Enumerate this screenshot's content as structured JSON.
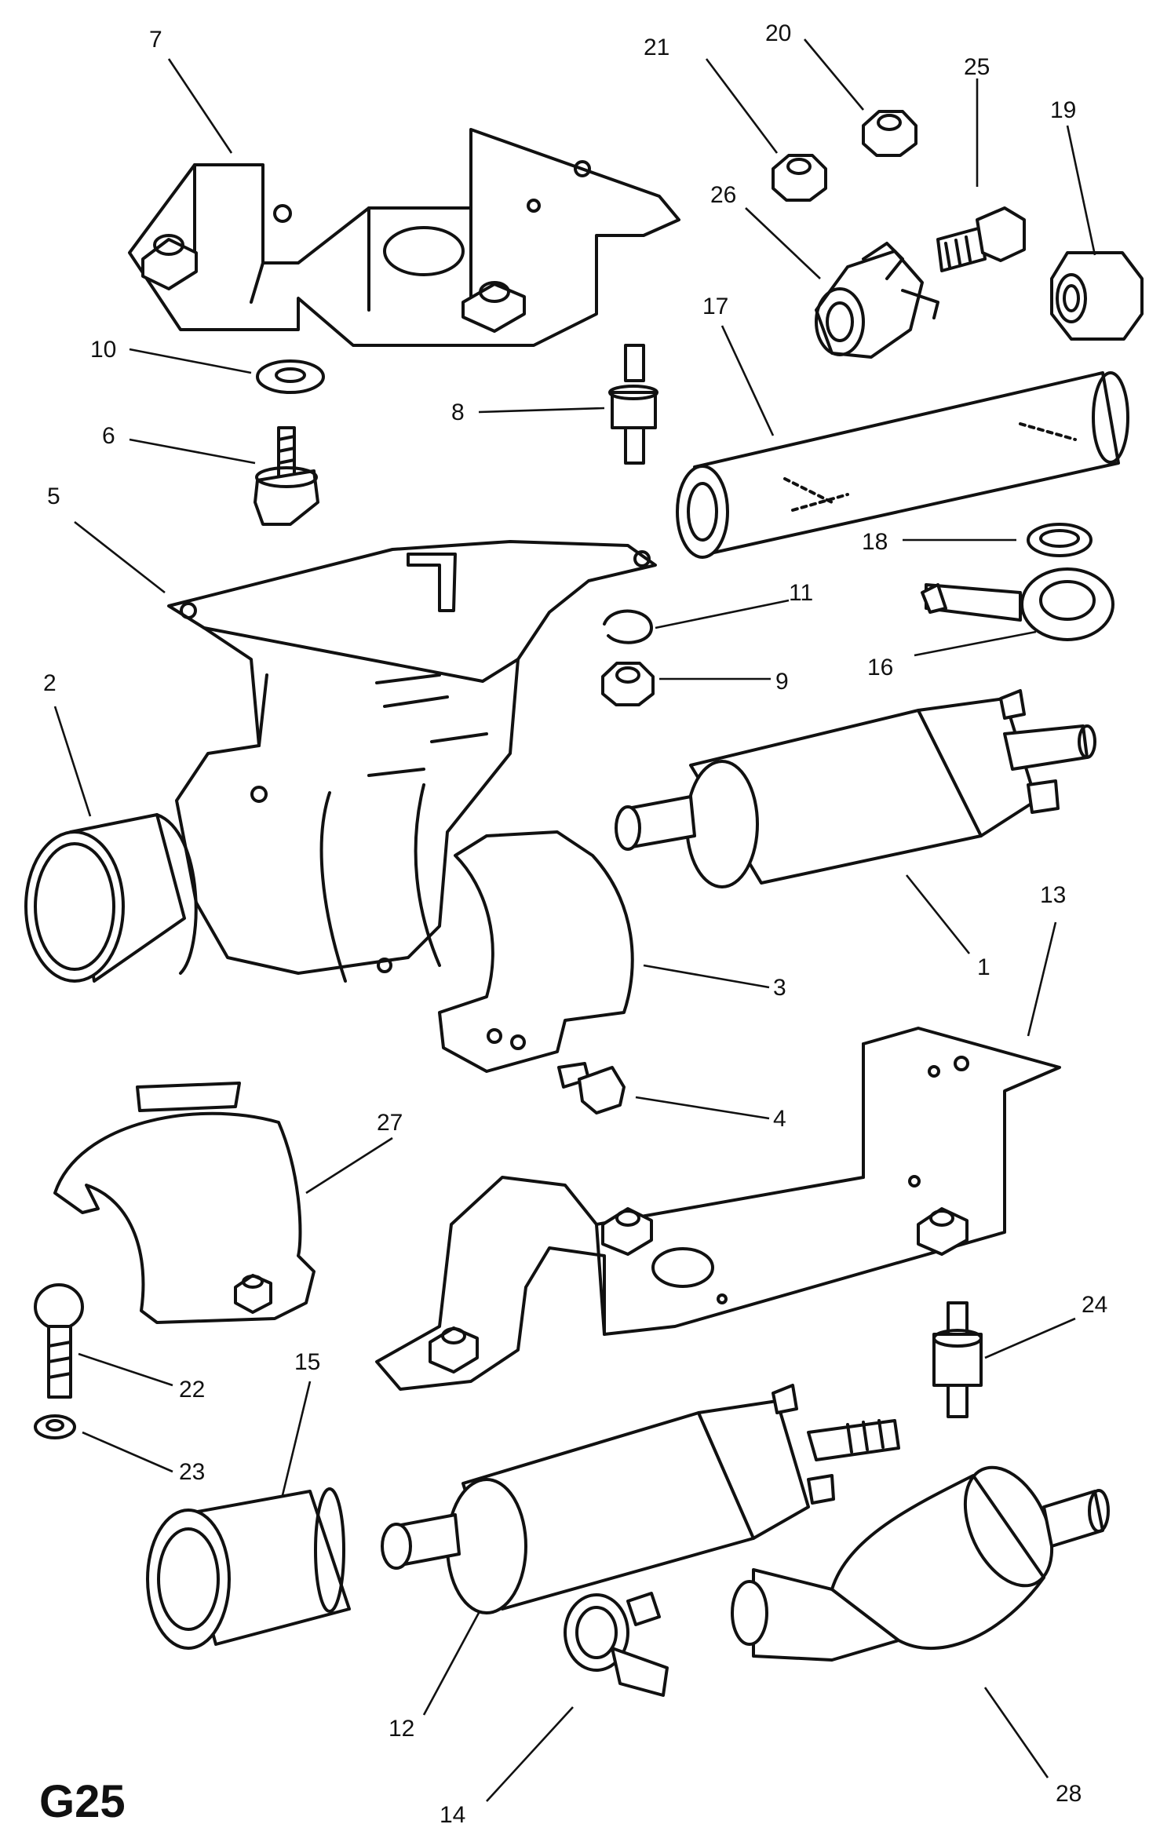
{
  "diagram": {
    "code": "G25",
    "callouts": [
      {
        "id": "c1",
        "text": "1"
      },
      {
        "id": "c2",
        "text": "2"
      },
      {
        "id": "c3",
        "text": "3"
      },
      {
        "id": "c4",
        "text": "4"
      },
      {
        "id": "c5",
        "text": "5"
      },
      {
        "id": "c6",
        "text": "6"
      },
      {
        "id": "c7",
        "text": "7"
      },
      {
        "id": "c8",
        "text": "8"
      },
      {
        "id": "c9",
        "text": "9"
      },
      {
        "id": "c10",
        "text": "10"
      },
      {
        "id": "c11",
        "text": "11"
      },
      {
        "id": "c12",
        "text": "12"
      },
      {
        "id": "c13",
        "text": "13"
      },
      {
        "id": "c14",
        "text": "14"
      },
      {
        "id": "c15",
        "text": "15"
      },
      {
        "id": "c16",
        "text": "16"
      },
      {
        "id": "c17",
        "text": "17"
      },
      {
        "id": "c18",
        "text": "18"
      },
      {
        "id": "c19",
        "text": "19"
      },
      {
        "id": "c20",
        "text": "20"
      },
      {
        "id": "c21",
        "text": "21"
      },
      {
        "id": "c22",
        "text": "22"
      },
      {
        "id": "c23",
        "text": "23"
      },
      {
        "id": "c24",
        "text": "24"
      },
      {
        "id": "c25",
        "text": "25"
      },
      {
        "id": "c26",
        "text": "26"
      },
      {
        "id": "c27",
        "text": "27"
      },
      {
        "id": "c28",
        "text": "28"
      }
    ]
  }
}
